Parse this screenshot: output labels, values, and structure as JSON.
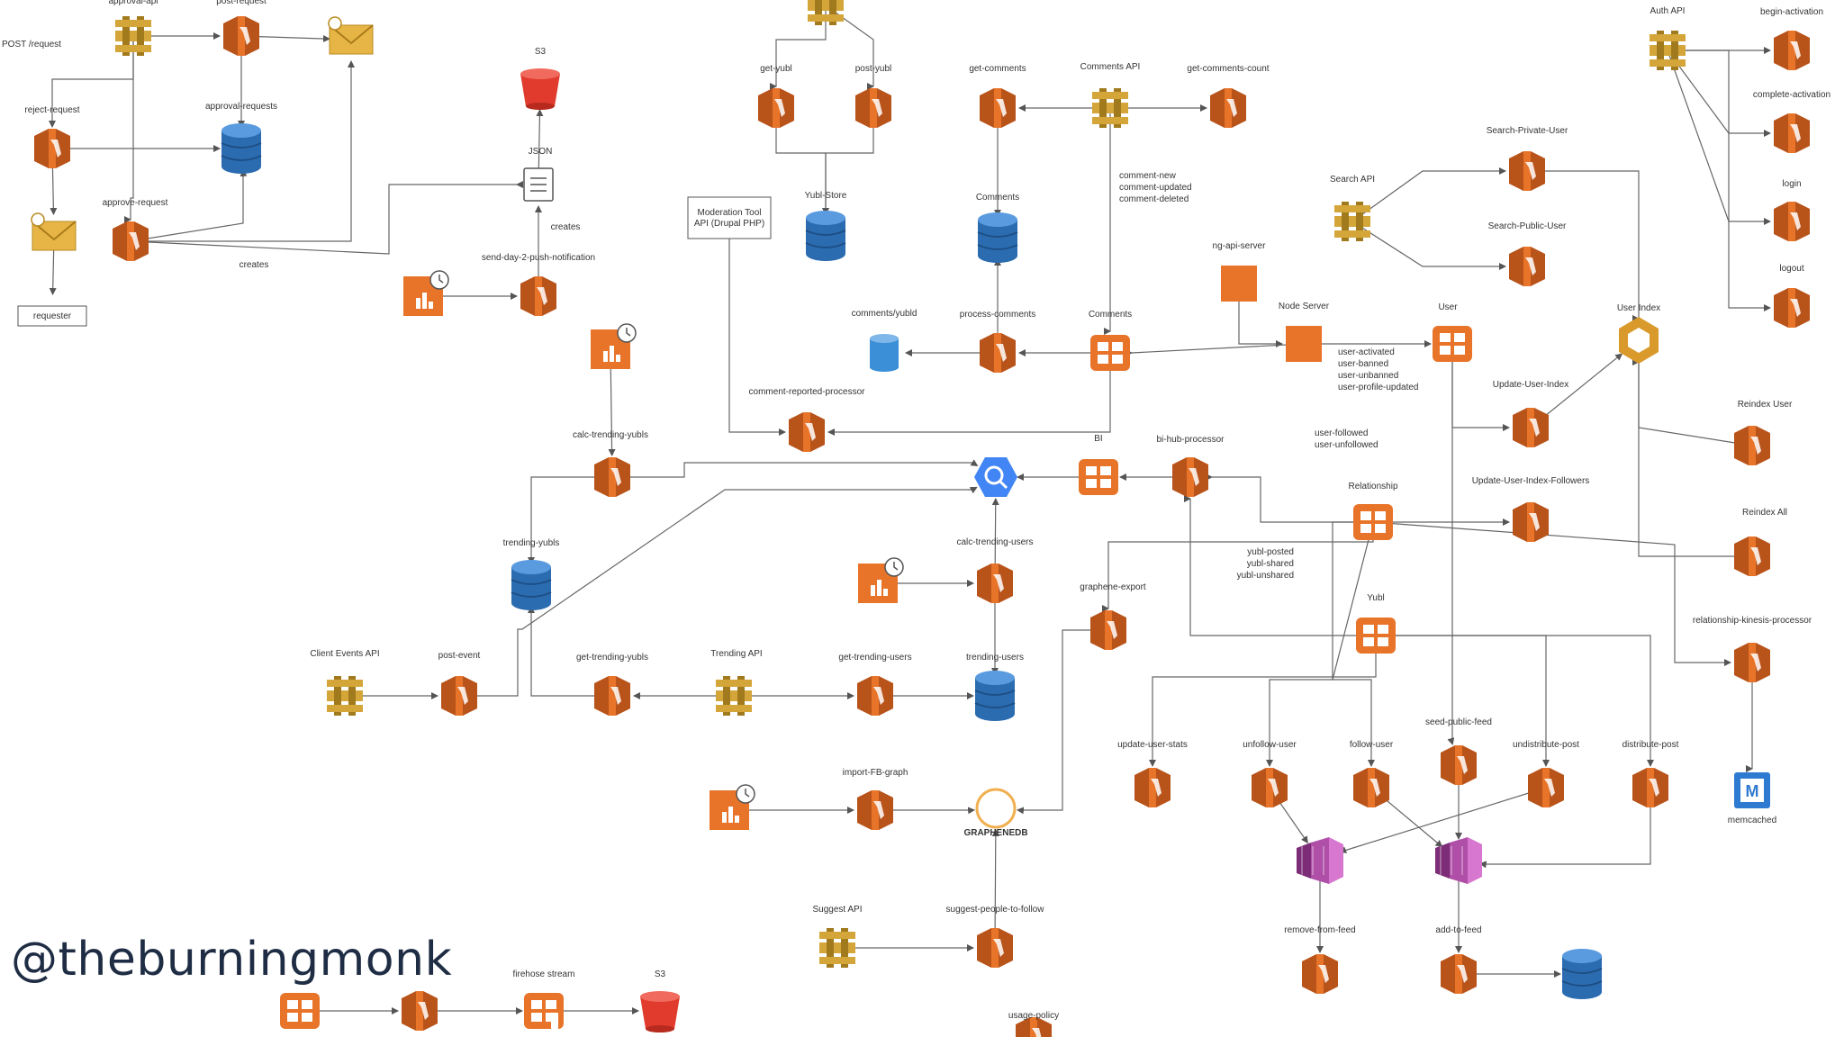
{
  "watermark": "@theburningmonk",
  "colors": {
    "lambda": "#e8742a",
    "lambda_dark": "#b8531a",
    "dynamo": "#2b6cb0",
    "dynamo_top": "#5a9be0",
    "apigw": "#d4a63a",
    "apigw_dark": "#a17a1e",
    "kinesis": "#b04fa8",
    "s3": "#e03b2d",
    "edge": "#666666"
  },
  "nodes": [
    {
      "id": "apigw_approval",
      "type": "apigateway",
      "label": "approval-api"
    },
    {
      "id": "post_request",
      "type": "lambda",
      "label": "post-request"
    },
    {
      "id": "email_top",
      "type": "email",
      "label": ""
    },
    {
      "id": "reject_request",
      "type": "lambda",
      "label": "reject-request"
    },
    {
      "id": "approval_requests",
      "type": "dynamodb",
      "label": "approval-requests"
    },
    {
      "id": "approve_request",
      "type": "lambda",
      "label": "approve-request"
    },
    {
      "id": "email_left",
      "type": "email",
      "label": ""
    },
    {
      "id": "requester",
      "type": "box",
      "label": "requester"
    },
    {
      "id": "s3_top",
      "type": "s3",
      "label": "S3"
    },
    {
      "id": "json_doc",
      "type": "doc",
      "label": "JSON"
    },
    {
      "id": "sched1",
      "type": "scheduled",
      "label": ""
    },
    {
      "id": "send_push",
      "type": "lambda",
      "label": "send-day-2-push-notification"
    },
    {
      "id": "sched2",
      "type": "scheduled",
      "label": ""
    },
    {
      "id": "calc_trending_yubls",
      "type": "lambda",
      "label": "calc-trending-yubls"
    },
    {
      "id": "trending_yubls",
      "type": "dynamodb",
      "label": "trending-yubls"
    },
    {
      "id": "apigw_client",
      "type": "apigateway",
      "label": "Client Events API"
    },
    {
      "id": "post_event",
      "type": "lambda",
      "label": "post-event"
    },
    {
      "id": "get_trending_yubls",
      "type": "lambda",
      "label": "get-trending-yubls"
    },
    {
      "id": "apigw_trending",
      "type": "apigateway",
      "label": "Trending API"
    },
    {
      "id": "get_trending_users",
      "type": "lambda",
      "label": "get-trending-users"
    },
    {
      "id": "trending_users",
      "type": "dynamodb",
      "label": "trending-users"
    },
    {
      "id": "sched3",
      "type": "scheduled",
      "label": ""
    },
    {
      "id": "calc_trending_users",
      "type": "lambda",
      "label": "calc-trending-users"
    },
    {
      "id": "bigquery",
      "type": "bigquery",
      "label": ""
    },
    {
      "id": "bi_box",
      "type": "kinesis_orange",
      "label": "BI"
    },
    {
      "id": "bi_hub",
      "type": "lambda",
      "label": "bi-hub-processor"
    },
    {
      "id": "get_yubl",
      "type": "lambda",
      "label": "get-yubl"
    },
    {
      "id": "post_yubl",
      "type": "lambda",
      "label": "post-yubl"
    },
    {
      "id": "yubl_store",
      "type": "dynamodb",
      "label": "Yubl-Store"
    },
    {
      "id": "moderation",
      "type": "box",
      "label": "Moderation Tool API (Drupal PHP)"
    },
    {
      "id": "get_comments",
      "type": "lambda",
      "label": "get-comments"
    },
    {
      "id": "apigw_comments",
      "type": "apigateway",
      "label": "Comments API"
    },
    {
      "id": "get_comments_count",
      "type": "lambda",
      "label": "get-comments-count"
    },
    {
      "id": "comments_db",
      "type": "dynamodb",
      "label": "Comments"
    },
    {
      "id": "comments_yubld",
      "type": "s3blue",
      "label": "comments/yubld"
    },
    {
      "id": "process_comments",
      "type": "lambda",
      "label": "process-comments"
    },
    {
      "id": "comments_stream",
      "type": "kinesis_orange",
      "label": "Comments"
    },
    {
      "id": "comment_reported",
      "type": "lambda",
      "label": "comment-reported-processor"
    },
    {
      "id": "apigw_search",
      "type": "apigateway",
      "label": "Search API"
    },
    {
      "id": "search_private",
      "type": "lambda",
      "label": "Search-Private-User"
    },
    {
      "id": "search_public",
      "type": "lambda",
      "label": "Search-Public-User"
    },
    {
      "id": "ng_api_server",
      "type": "ec2",
      "label": "ng-api-server"
    },
    {
      "id": "node_server",
      "type": "ec2",
      "label": "Node Server"
    },
    {
      "id": "user_stream",
      "type": "kinesis_orange",
      "label": "User"
    },
    {
      "id": "user_index",
      "type": "elasticsearch",
      "label": "User Index"
    },
    {
      "id": "apigw_auth",
      "type": "apigateway",
      "label": "Auth API"
    },
    {
      "id": "begin_activation",
      "type": "lambda",
      "label": "begin-activation"
    },
    {
      "id": "complete_activation",
      "type": "lambda",
      "label": "complete-activation"
    },
    {
      "id": "login",
      "type": "lambda",
      "label": "login"
    },
    {
      "id": "logout",
      "type": "lambda",
      "label": "logout"
    },
    {
      "id": "update_user_index",
      "type": "lambda",
      "label": "Update-User-Index"
    },
    {
      "id": "reindex_user",
      "type": "lambda",
      "label": "Reindex User"
    },
    {
      "id": "relationship_stream",
      "type": "kinesis_orange",
      "label": "Relationship"
    },
    {
      "id": "update_user_index_followers",
      "type": "lambda",
      "label": "Update-User-Index-Followers"
    },
    {
      "id": "reindex_all",
      "type": "lambda",
      "label": "Reindex All"
    },
    {
      "id": "relationship_kinesis",
      "type": "lambda",
      "label": "relationship-kinesis-processor"
    },
    {
      "id": "yubl_stream",
      "type": "kinesis_orange",
      "label": "Yubl"
    },
    {
      "id": "graphene_export",
      "type": "lambda",
      "label": "graphene-export"
    },
    {
      "id": "memcached",
      "type": "memcached",
      "label": "memcached"
    },
    {
      "id": "update_user_stats",
      "type": "lambda",
      "label": "update-user-stats"
    },
    {
      "id": "unfollow_user",
      "type": "lambda",
      "label": "unfollow-user"
    },
    {
      "id": "follow_user",
      "type": "lambda",
      "label": "follow-user"
    },
    {
      "id": "seed_public_feed",
      "type": "lambda",
      "label": "seed-public-feed"
    },
    {
      "id": "undistribute_post",
      "type": "lambda",
      "label": "undistribute-post"
    },
    {
      "id": "distribute_post",
      "type": "lambda",
      "label": "distribute-post"
    },
    {
      "id": "kinesis_remove",
      "type": "kinesis",
      "label": ""
    },
    {
      "id": "kinesis_add",
      "type": "kinesis",
      "label": ""
    },
    {
      "id": "remove_from_feed",
      "type": "lambda",
      "label": "remove-from-feed"
    },
    {
      "id": "add_to_feed",
      "type": "lambda",
      "label": "add-to-feed"
    },
    {
      "id": "feed_db",
      "type": "dynamodb",
      "label": ""
    },
    {
      "id": "sched4",
      "type": "scheduled",
      "label": ""
    },
    {
      "id": "import_fb_graph",
      "type": "lambda",
      "label": "import-FB-graph"
    },
    {
      "id": "graphenedb",
      "type": "graphene",
      "label": "GRAPHENEDB"
    },
    {
      "id": "apigw_suggest",
      "type": "apigateway",
      "label": "Suggest API"
    },
    {
      "id": "suggest_people",
      "type": "lambda",
      "label": "suggest-people-to-follow"
    },
    {
      "id": "kinesis_bottom",
      "type": "kinesis_orange",
      "label": ""
    },
    {
      "id": "lambda_bottom",
      "type": "lambda",
      "label": ""
    },
    {
      "id": "firehose",
      "type": "firehose",
      "label": "firehose stream"
    },
    {
      "id": "s3_bottom",
      "type": "s3",
      "label": "S3"
    },
    {
      "id": "usage_policy",
      "type": "lambda",
      "label": "usage-policy"
    },
    {
      "id": "apigw_top_mid",
      "type": "apigateway",
      "label": ""
    }
  ],
  "annotations": [
    {
      "id": "post_request_text",
      "text": "POST /request"
    },
    {
      "id": "creates_left",
      "text": "creates"
    },
    {
      "id": "creates_right",
      "text": "creates"
    },
    {
      "id": "comment_events",
      "text": "comment-new\ncomment-updated\ncomment-deleted"
    },
    {
      "id": "user_events",
      "text": "user-activated\nuser-banned\nuser-unbanned\nuser-profile-updated"
    },
    {
      "id": "follow_events",
      "text": "user-followed\nuser-unfollowed"
    },
    {
      "id": "yubl_events",
      "text": "yubl-posted\nyubl-shared\nyubl-unshared"
    }
  ],
  "edges": [
    [
      "apigw_approval",
      "post_request"
    ],
    [
      "post_request",
      "email_top"
    ],
    [
      "post_request",
      "approval_requests"
    ],
    [
      "apigw_approval",
      "reject_request"
    ],
    [
      "reject_request",
      "approval_requests"
    ],
    [
      "apigw_approval",
      "approve_request"
    ],
    [
      "approve_request",
      "approval_requests"
    ],
    [
      "reject_request",
      "email_left"
    ],
    [
      "email_left",
      "requester"
    ],
    [
      "approve_request",
      "email_top"
    ],
    [
      "approve_request",
      "json_doc"
    ],
    [
      "send_push",
      "json_doc"
    ],
    [
      "json_doc",
      "s3_top"
    ],
    [
      "sched1",
      "send_push"
    ],
    [
      "sched2",
      "calc_trending_yubls"
    ],
    [
      "calc_trending_yubls",
      "bigquery"
    ],
    [
      "calc_trending_yubls",
      "trending_yubls"
    ],
    [
      "apigw_client",
      "post_event"
    ],
    [
      "post_event",
      "bigquery"
    ],
    [
      "apigw_trending",
      "get_trending_yubls"
    ],
    [
      "get_trending_yubls",
      "trending_yubls"
    ],
    [
      "apigw_trending",
      "get_trending_users"
    ],
    [
      "get_trending_users",
      "trending_users"
    ],
    [
      "sched3",
      "calc_trending_users"
    ],
    [
      "calc_trending_users",
      "bigquery"
    ],
    [
      "calc_trending_users",
      "trending_users"
    ],
    [
      "bi_box",
      "bigquery"
    ],
    [
      "bi_hub",
      "bi_box"
    ],
    [
      "apigw_comments",
      "get_comments"
    ],
    [
      "apigw_comments",
      "get_comments_count"
    ],
    [
      "get_comments",
      "comments_db"
    ],
    [
      "process_comments",
      "comments_db"
    ],
    [
      "process_comments",
      "comments_yubld"
    ],
    [
      "comments_stream",
      "process_comments"
    ],
    [
      "comments_stream",
      "comment_reported"
    ],
    [
      "apigw_comments",
      "comments_stream"
    ],
    [
      "moderation",
      "comment_reported"
    ],
    [
      "apigw_search",
      "search_private"
    ],
    [
      "apigw_search",
      "search_public"
    ],
    [
      "ng_api_server",
      "node_server"
    ],
    [
      "node_server",
      "comments_stream"
    ],
    [
      "node_server",
      "user_stream"
    ],
    [
      "search_private",
      "user_index"
    ],
    [
      "apigw_auth",
      "begin_activation"
    ],
    [
      "apigw_auth",
      "complete_activation"
    ],
    [
      "apigw_auth",
      "login"
    ],
    [
      "apigw_auth",
      "logout"
    ],
    [
      "user_stream",
      "update_user_index"
    ],
    [
      "update_user_index",
      "user_index"
    ],
    [
      "reindex_user",
      "user_index"
    ],
    [
      "relationship_stream",
      "update_user_index_followers"
    ],
    [
      "reindex_all",
      "user_index"
    ],
    [
      "relationship_stream",
      "bi_hub"
    ],
    [
      "relationship_stream",
      "relationship_kinesis"
    ],
    [
      "relationship_kinesis",
      "memcached"
    ],
    [
      "yubl_stream",
      "bi_hub"
    ],
    [
      "yubl_stream",
      "update_user_stats"
    ],
    [
      "yubl_stream",
      "distribute_post"
    ],
    [
      "yubl_stream",
      "undistribute_post"
    ],
    [
      "relationship_stream",
      "unfollow_user"
    ],
    [
      "relationship_stream",
      "follow_user"
    ],
    [
      "user_stream",
      "seed_public_feed"
    ],
    [
      "unfollow_user",
      "kinesis_remove"
    ],
    [
      "undistribute_post",
      "kinesis_remove"
    ],
    [
      "follow_user",
      "kinesis_add"
    ],
    [
      "seed_public_feed",
      "kinesis_add"
    ],
    [
      "distribute_post",
      "kinesis_add"
    ],
    [
      "kinesis_remove",
      "remove_from_feed"
    ],
    [
      "kinesis_add",
      "add_to_feed"
    ],
    [
      "add_to_feed",
      "feed_db"
    ],
    [
      "sched4",
      "import_fb_graph"
    ],
    [
      "import_fb_graph",
      "graphenedb"
    ],
    [
      "graphene_export",
      "graphenedb"
    ],
    [
      "apigw_suggest",
      "suggest_people"
    ],
    [
      "suggest_people",
      "graphenedb"
    ],
    [
      "kinesis_bottom",
      "lambda_bottom"
    ],
    [
      "lambda_bottom",
      "firehose"
    ],
    [
      "firehose",
      "s3_bottom"
    ],
    [
      "relationship_stream",
      "graphene_export"
    ],
    [
      "apigw_top_mid",
      "get_yubl"
    ],
    [
      "apigw_top_mid",
      "post_yubl"
    ],
    [
      "get_yubl",
      "yubl_store"
    ],
    [
      "post_yubl",
      "yubl_store"
    ]
  ]
}
